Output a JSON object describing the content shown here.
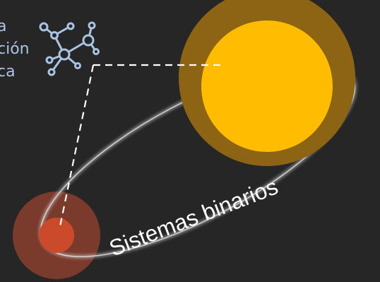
{
  "side_text": {
    "line1": "a",
    "line2": "ción",
    "line3": "ca"
  },
  "label": "Sistemas binarios",
  "icons": {
    "network": "molecule-network-icon"
  },
  "colors": {
    "background": "#262626",
    "star_large_core": "#ffbc00",
    "star_large_halo": "#8c6414",
    "star_small_core": "#cc4a2c",
    "star_small_halo": "#7a3a2c",
    "orbit": "#cfcfcf",
    "text": "#ffffff",
    "icon": "#a9c4e2"
  }
}
